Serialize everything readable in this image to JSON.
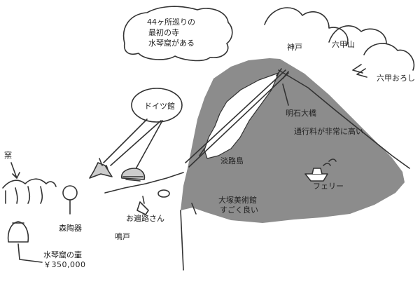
{
  "colors": {
    "background": "#ffffff",
    "sea": "#8c8c8c",
    "ink": "#333333",
    "text": "#222222"
  },
  "bubble": {
    "line1": "44ヶ所巡りの",
    "line2": "最初の寺",
    "line3": "水琴窟がある"
  },
  "places": {
    "kobe": "神戸",
    "rokkosan": "六甲山",
    "rokko_oroshi": "六甲おろし",
    "doitsukan": "ドイツ館",
    "akashi_bridge": "明石大橋",
    "toll_note": "通行料が非常に高い",
    "awajishima": "淡路島",
    "ferry": "フェリー",
    "museum_line1": "大塚美術館",
    "museum_line2": "すごく良い",
    "ohenro": "お遍路さん",
    "shinraki": "森陶器",
    "naruto": "鳴戸",
    "kama": "窯",
    "suikinkutsu_jar": "水琴窟の壷",
    "price": "￥350,000"
  },
  "icons": {
    "temple": "temple-icon",
    "kiln": "kiln-icon",
    "jar": "jar-icon",
    "pottery_tree": "pottery-tree-icon",
    "ferry": "ferry-icon",
    "pilgrim": "pilgrim-icon",
    "doitsukan_building": "building-icon",
    "museum_marker": "museum-icon"
  }
}
